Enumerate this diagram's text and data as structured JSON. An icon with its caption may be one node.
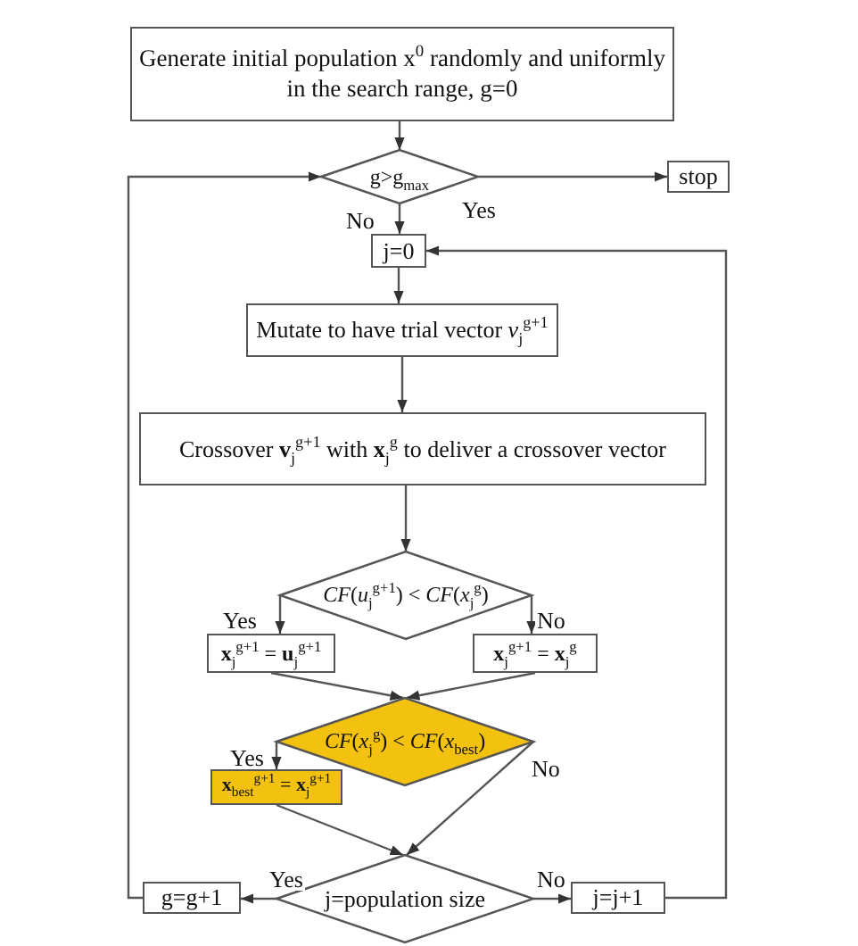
{
  "diagram": {
    "nodes": [
      {
        "text": [
          "Generate initial population x$^{0}$ randomly and uniformly in the search range, g=0"
        ]
      },
      {
        "text": [
          "g>g$_{max}$"
        ]
      },
      {
        "text": [
          "stop"
        ]
      },
      {
        "text": [
          "j=0"
        ]
      },
      {
        "text": [
          "Mutate to have trial vector *v*$_{j}$$^{g+1}$"
        ]
      },
      {
        "text": [
          "Crossover **v**$_{j}$$^{g+1}$ with **x**$_{j}$$^{g}$ to deliver a crossover vector"
        ]
      },
      {
        "text": [
          "*CF*(*u*$_{j}$$^{g+1}$) < *CF*(*x*$_{j}$$^{g}$)"
        ]
      },
      {
        "text": [
          "**x**$_{j}$$^{g+1}$ = **u**$_{j}$$^{g+1}$"
        ]
      },
      {
        "text": [
          "**x**$_{j}$$^{g+1}$ = **x**$_{j}$$^{g}$"
        ]
      },
      {
        "text": [
          "*CF*(*x*$_{j}$$^{g}$) < *CF*(*x*$_{best}$)"
        ]
      },
      {
        "text": [
          "**x**$_{best}$$^{g+1}$ = **x**$_{j}$$^{g+1}$"
        ]
      },
      {
        "text": [
          "j=population size"
        ]
      },
      {
        "text": [
          "g=g+1"
        ]
      },
      {
        "text": [
          "j=j+1"
        ]
      }
    ],
    "edges": [
      {
        "from": 0,
        "to": 1,
        "arrow": "to"
      },
      {
        "from": 1,
        "to": 2,
        "arrow": "to",
        "label": "Yes"
      },
      {
        "from": 1,
        "to": 3,
        "arrow": "to",
        "label": "No"
      },
      {
        "from": 3,
        "to": 4,
        "arrow": "to"
      },
      {
        "from": 4,
        "to": 5,
        "arrow": "to"
      },
      {
        "from": 5,
        "to": 6,
        "arrow": "to"
      },
      {
        "from": 6,
        "to": 7,
        "arrow": "to",
        "label": "Yes"
      },
      {
        "from": 6,
        "to": 8,
        "arrow": "to",
        "label": "No"
      },
      {
        "from": 7,
        "to": 9,
        "arrow": "to"
      },
      {
        "from": 8,
        "to": 9,
        "arrow": "to"
      },
      {
        "from": 9,
        "to": 10,
        "arrow": "to",
        "label": "Yes"
      },
      {
        "from": 9,
        "to": 11,
        "arrow": "to",
        "label": "No"
      },
      {
        "from": 10,
        "to": 11,
        "arrow": "to"
      },
      {
        "from": 11,
        "to": 12,
        "arrow": "to",
        "label": "Yes"
      },
      {
        "from": 11,
        "to": 13,
        "arrow": "to",
        "label": "No"
      },
      {
        "from": 12,
        "to": 1,
        "arrow": "to"
      },
      {
        "from": 13,
        "to": 3,
        "arrow": "to"
      }
    ]
  }
}
